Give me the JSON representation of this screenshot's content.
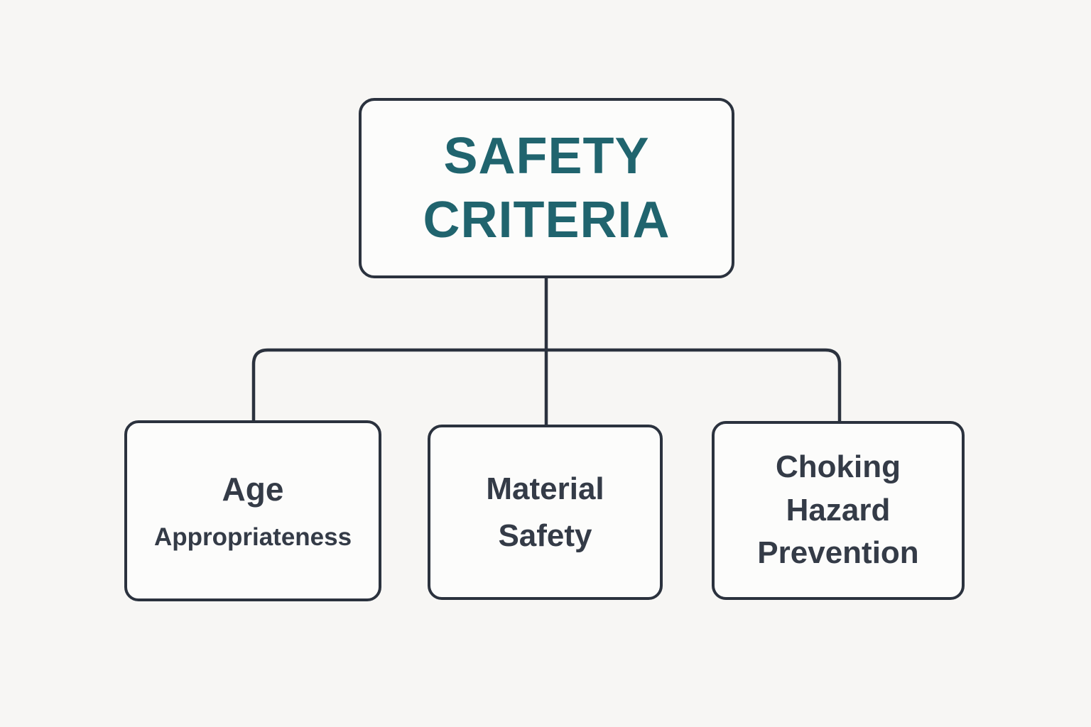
{
  "diagram": {
    "root": {
      "label": "SAFETY CRITERIA",
      "lines": [
        "SAFETY",
        "CRITERIA"
      ]
    },
    "children": [
      {
        "label": "Age Appropriateness",
        "lines": [
          "Age",
          "Appropriateness"
        ]
      },
      {
        "label": "Material Safety",
        "lines": [
          "Material",
          "Safety"
        ]
      },
      {
        "label": "Choking Hazard Prevention",
        "lines": [
          "Choking",
          "Hazard",
          "Prevention"
        ]
      }
    ],
    "colors": {
      "background": "#f7f6f4",
      "node_fill": "#fcfcfb",
      "line": "#2b323e",
      "node_text": "#343b47",
      "title_text": "#20646e"
    }
  }
}
